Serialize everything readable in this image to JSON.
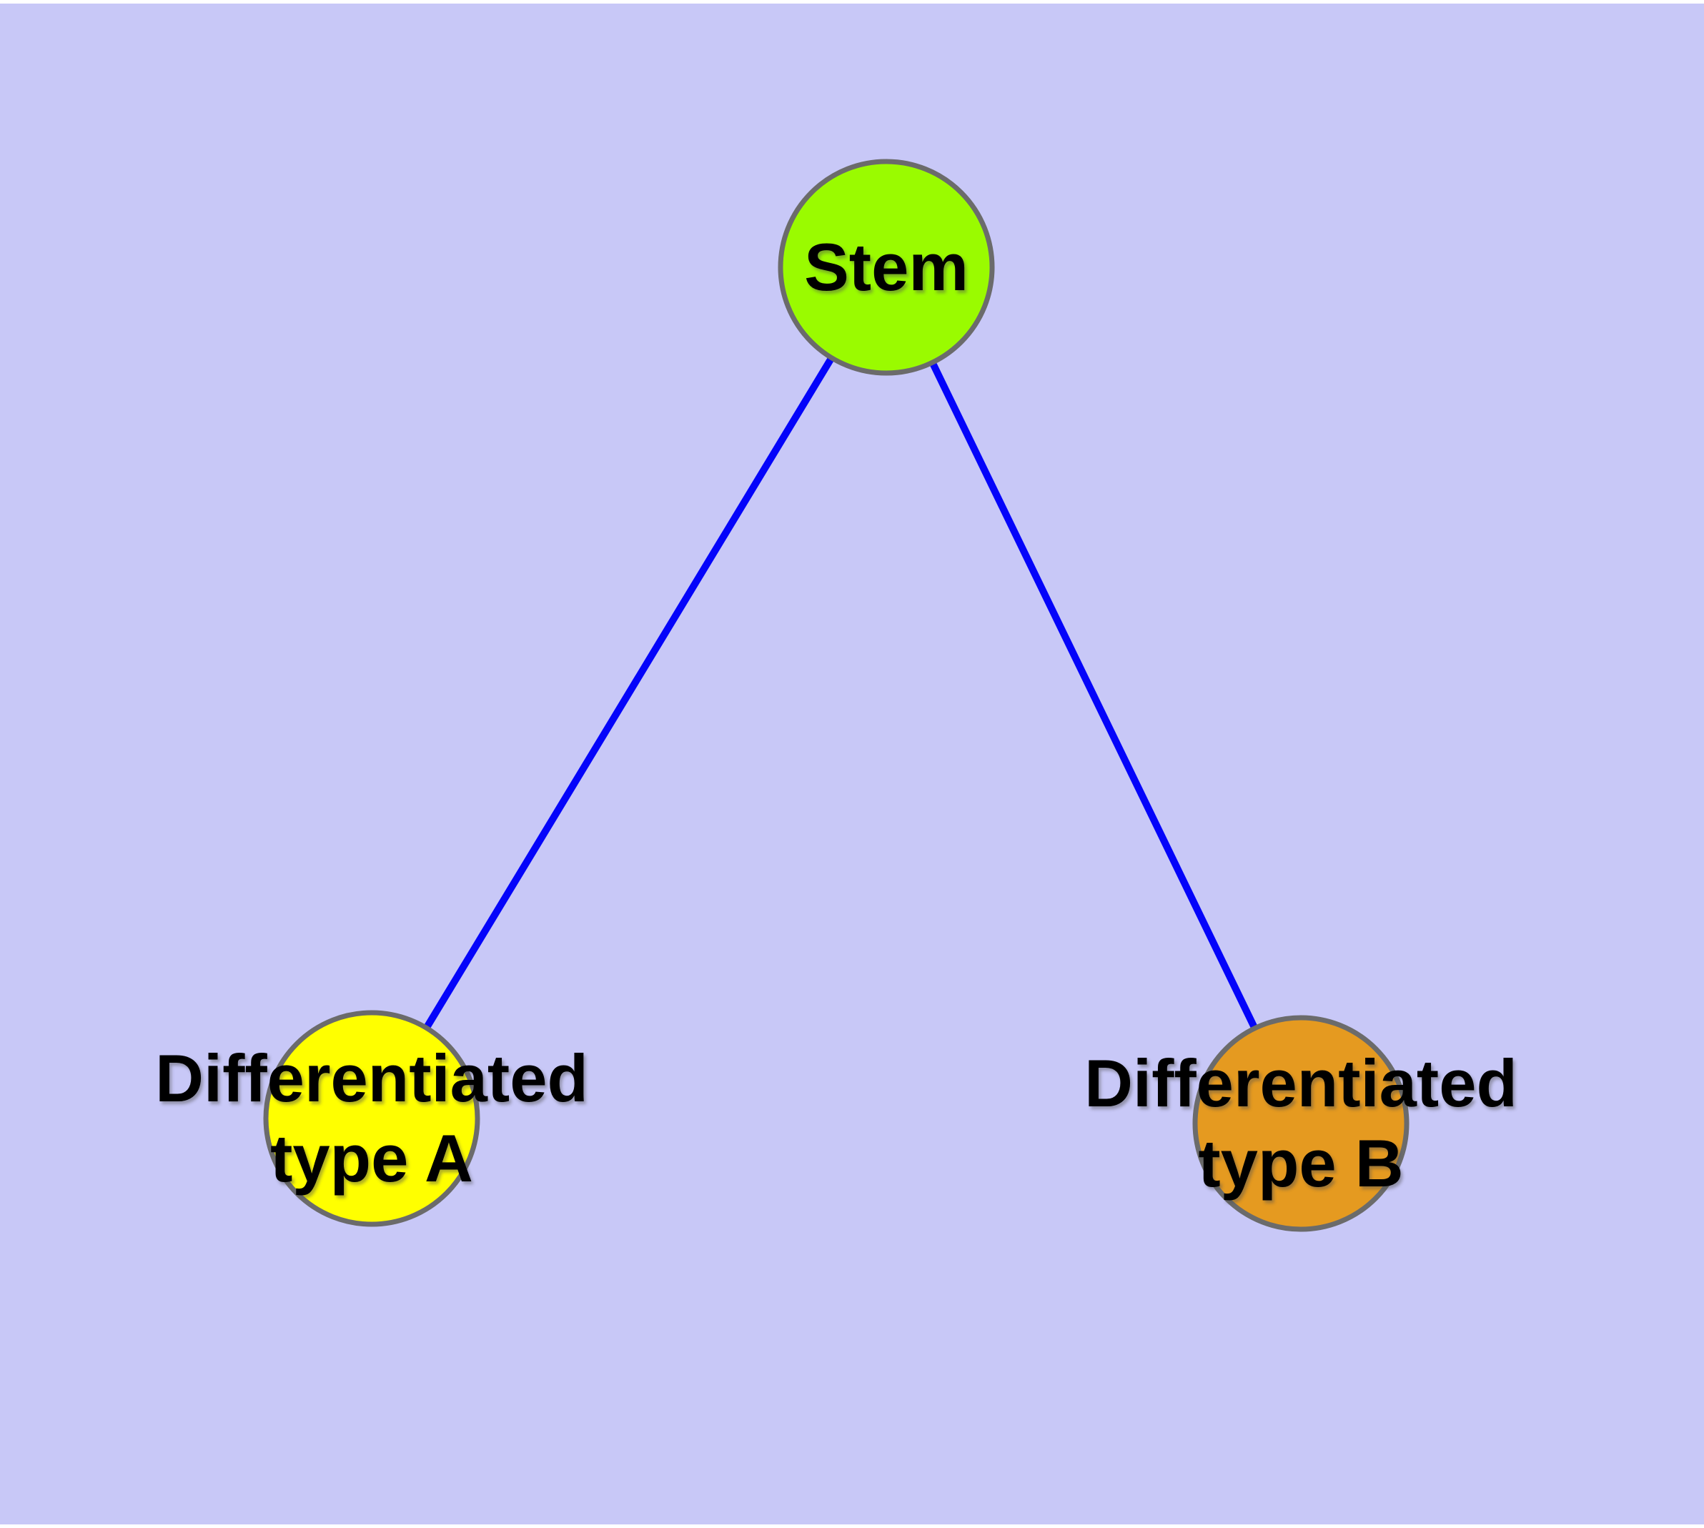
{
  "figure": {
    "type": "network-diagram",
    "description": "Cell differentiation hierarchy diagram: one stem node connected to two differentiated cell-type nodes"
  },
  "colors": {
    "page_background": "#FFFFFF",
    "panel_background": "#C8C8F7",
    "node_border": "#6B6B6B",
    "edge": "#0404FA",
    "label_text": "#000000",
    "stem_fill": "#9AFB00",
    "type_a_fill": "#FFFF00",
    "type_b_fill": "#E59A20"
  },
  "graph": {
    "nodes": [
      {
        "id": "stem",
        "label": "Stem",
        "lines": [
          "Stem"
        ],
        "color": "#9AFB00"
      },
      {
        "id": "typeA",
        "label": "Differentiated type A",
        "lines": [
          "Differentiated",
          "type A"
        ],
        "color": "#FFFF00"
      },
      {
        "id": "typeB",
        "label": "Differentiated type B",
        "lines": [
          "Differentiated",
          "type B"
        ],
        "color": "#E59A20"
      }
    ],
    "edges": [
      {
        "from": "stem",
        "to": "typeA"
      },
      {
        "from": "stem",
        "to": "typeB"
      }
    ]
  }
}
